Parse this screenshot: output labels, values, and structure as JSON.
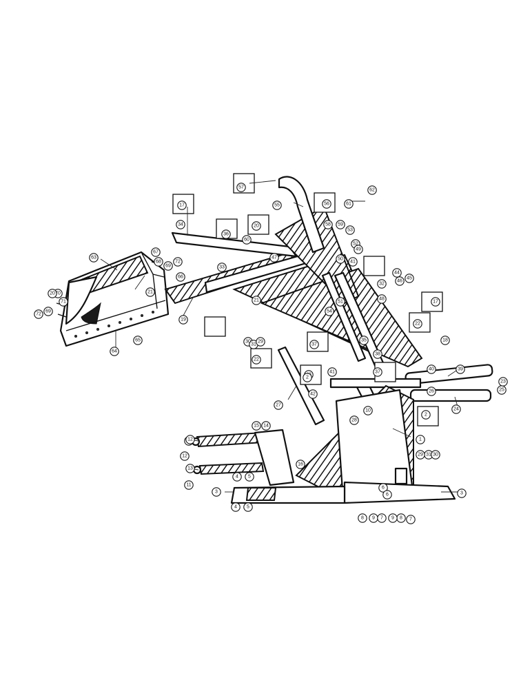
{
  "callouts": [
    {
      "id": "c57",
      "label": "57"
    },
    {
      "id": "c55",
      "label": "55"
    },
    {
      "id": "c56",
      "label": "56"
    },
    {
      "id": "c61",
      "label": "61"
    },
    {
      "id": "c62",
      "label": "62"
    },
    {
      "id": "c17a",
      "label": "17"
    },
    {
      "id": "c34",
      "label": "34"
    },
    {
      "id": "c36",
      "label": "36"
    },
    {
      "id": "c20",
      "label": "20"
    },
    {
      "id": "c60",
      "label": "60"
    },
    {
      "id": "c58",
      "label": "58"
    },
    {
      "id": "c59",
      "label": "59"
    },
    {
      "id": "c53",
      "label": "53"
    },
    {
      "id": "c52",
      "label": "52"
    },
    {
      "id": "c63",
      "label": "63"
    },
    {
      "id": "c67",
      "label": "67"
    },
    {
      "id": "c68",
      "label": "68"
    },
    {
      "id": "c69",
      "label": "69"
    },
    {
      "id": "c72a",
      "label": "72"
    },
    {
      "id": "c66",
      "label": "66"
    },
    {
      "id": "c70",
      "label": "70"
    },
    {
      "id": "c71",
      "label": "71"
    },
    {
      "id": "c72b",
      "label": "72"
    },
    {
      "id": "c69b",
      "label": "69"
    },
    {
      "id": "c64",
      "label": "64"
    },
    {
      "id": "c65",
      "label": "65"
    },
    {
      "id": "c19",
      "label": "19"
    },
    {
      "id": "c21",
      "label": "21"
    },
    {
      "id": "c30",
      "label": "30"
    },
    {
      "id": "c31",
      "label": "31"
    },
    {
      "id": "c29",
      "label": "29"
    },
    {
      "id": "c22",
      "label": "22"
    },
    {
      "id": "c37",
      "label": "37"
    },
    {
      "id": "c41",
      "label": "41"
    },
    {
      "id": "c48",
      "label": "48"
    },
    {
      "id": "c27",
      "label": "27"
    },
    {
      "id": "c33",
      "label": "33"
    },
    {
      "id": "c35",
      "label": "35"
    },
    {
      "id": "c28",
      "label": "28"
    },
    {
      "id": "c24",
      "label": "24"
    },
    {
      "id": "c26",
      "label": "26"
    },
    {
      "id": "c25",
      "label": "25"
    },
    {
      "id": "c23",
      "label": "23"
    },
    {
      "id": "c39",
      "label": "39"
    },
    {
      "id": "c1",
      "label": "1"
    },
    {
      "id": "c2",
      "label": "2"
    },
    {
      "id": "c3",
      "label": "3"
    },
    {
      "id": "c4",
      "label": "4"
    },
    {
      "id": "c5",
      "label": "5"
    },
    {
      "id": "c6",
      "label": "6"
    },
    {
      "id": "c7",
      "label": "7"
    },
    {
      "id": "c8",
      "label": "8"
    },
    {
      "id": "c9",
      "label": "9"
    },
    {
      "id": "c10",
      "label": "10"
    },
    {
      "id": "c11",
      "label": "11"
    },
    {
      "id": "c12",
      "label": "12"
    },
    {
      "id": "c13",
      "label": "13"
    },
    {
      "id": "c14",
      "label": "14"
    },
    {
      "id": "c15",
      "label": "15"
    },
    {
      "id": "c16",
      "label": "16"
    },
    {
      "id": "c18",
      "label": "18"
    },
    {
      "id": "c38",
      "label": "38"
    },
    {
      "id": "c40",
      "label": "40"
    },
    {
      "id": "c42",
      "label": "42"
    },
    {
      "id": "c43",
      "label": "43"
    },
    {
      "id": "c44",
      "label": "44"
    },
    {
      "id": "c45",
      "label": "45"
    },
    {
      "id": "c46",
      "label": "46"
    },
    {
      "id": "c47",
      "label": "47"
    },
    {
      "id": "c49",
      "label": "49"
    },
    {
      "id": "c50",
      "label": "50"
    },
    {
      "id": "c51",
      "label": "51"
    },
    {
      "id": "c54",
      "label": "54"
    },
    {
      "id": "c32",
      "label": "32"
    },
    {
      "id": "c17b",
      "label": "17"
    },
    {
      "id": "c22b",
      "label": "22"
    },
    {
      "id": "c37b",
      "label": "37"
    },
    {
      "id": "c2b",
      "label": "2"
    },
    {
      "id": "c12b",
      "label": "12"
    },
    {
      "id": "c13b",
      "label": "13"
    },
    {
      "id": "c3b",
      "label": "3"
    },
    {
      "id": "c4b",
      "label": "4"
    },
    {
      "id": "c5b",
      "label": "5"
    },
    {
      "id": "c6b",
      "label": "6"
    },
    {
      "id": "c9b",
      "label": "9"
    },
    {
      "id": "c7b",
      "label": "7"
    },
    {
      "id": "c8b",
      "label": "8"
    },
    {
      "id": "c31b",
      "label": "31"
    },
    {
      "id": "c30b",
      "label": "30"
    },
    {
      "id": "c29b",
      "label": "29"
    },
    {
      "id": "c20b",
      "label": "20"
    },
    {
      "id": "c21b",
      "label": "21"
    },
    {
      "id": "c41b",
      "label": "41"
    }
  ]
}
